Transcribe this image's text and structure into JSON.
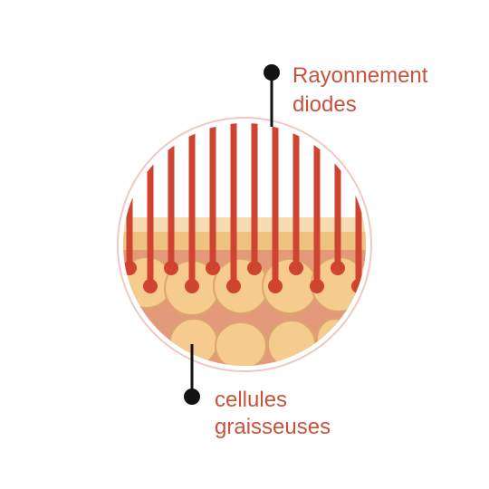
{
  "labels": {
    "top_line1": "Rayonnement",
    "top_line2": "diodes",
    "bottom_line1": "cellules",
    "bottom_line2": "graisseuses"
  },
  "colors": {
    "beam": "#d04330",
    "beam_dot": "#d04330",
    "skin_light": "#f6dcb0",
    "skin_mid": "#f0c27f",
    "tissue_bg": "#e39a7b",
    "fat_cell": "#f5cb8e",
    "fat_cell_stroke": "#dca56b",
    "ring": "#efc9c2",
    "callout_line": "#111111",
    "label_text": "#c8533b"
  },
  "beam_count": 12
}
